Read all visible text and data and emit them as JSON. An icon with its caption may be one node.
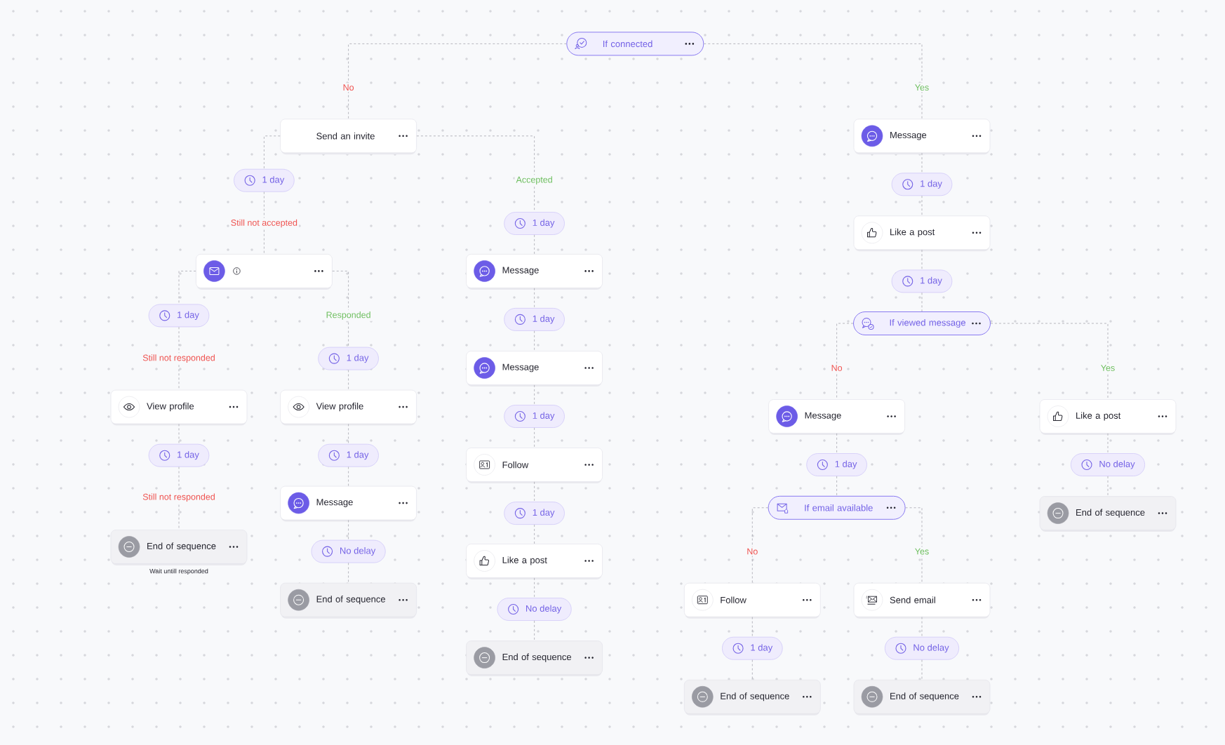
{
  "diagram": {
    "nodes": [
      {
        "text": [
          "If connected"
        ]
      },
      {
        "text": [
          "Send an invite"
        ]
      },
      {
        "text": [
          "Message"
        ]
      },
      {
        "text": [
          "1 day"
        ]
      },
      {
        "text": [
          "1 day"
        ]
      },
      {
        "text": [
          "1 day"
        ]
      },
      {
        "text": [
          "Like a post"
        ]
      },
      {
        "text": [],
        "shape": "box"
      },
      {
        "text": [
          "Message"
        ]
      },
      {
        "text": [
          "1 day"
        ]
      },
      {
        "text": [
          "1 day"
        ]
      },
      {
        "text": [
          "1 day"
        ]
      },
      {
        "text": [
          "If viewed message"
        ]
      },
      {
        "text": [
          "1 day"
        ]
      },
      {
        "text": [
          "Message"
        ]
      },
      {
        "text": [
          "View profile"
        ]
      },
      {
        "text": [
          "View profile"
        ]
      },
      {
        "text": [
          "1 day"
        ]
      },
      {
        "text": [
          "Message"
        ]
      },
      {
        "text": [
          "Like a post"
        ]
      },
      {
        "text": [
          "1 day"
        ]
      },
      {
        "text": [
          "1 day"
        ]
      },
      {
        "text": [
          "Follow"
        ]
      },
      {
        "text": [
          "1 day"
        ]
      },
      {
        "text": [
          "No delay"
        ]
      },
      {
        "text": [
          "Message"
        ]
      },
      {
        "text": [
          "If email available"
        ]
      },
      {
        "text": [
          "1 day"
        ]
      },
      {
        "text": [
          "End of sequence"
        ]
      },
      {
        "text": [
          "End of sequence"
        ],
        "beside": [
          "Wait untill responded"
        ]
      },
      {
        "text": [
          "No delay"
        ]
      },
      {
        "text": [
          "Like a post"
        ]
      },
      {
        "text": [
          "End of sequence"
        ]
      },
      {
        "text": [
          "Follow"
        ]
      },
      {
        "text": [
          "Send email"
        ]
      },
      {
        "text": [
          "No delay"
        ]
      },
      {
        "text": [
          "1 day"
        ]
      },
      {
        "text": [
          "No delay"
        ]
      },
      {
        "text": [
          "End of sequence"
        ]
      },
      {
        "text": [
          "End of sequence"
        ]
      },
      {
        "text": [
          "End of sequence"
        ]
      }
    ],
    "edges": [
      {
        "from": 0,
        "to": 1,
        "arrow": "none",
        "label": "No"
      },
      {
        "from": 0,
        "to": 2,
        "arrow": "none",
        "label": "Yes"
      },
      {
        "from": 1,
        "to": 3,
        "arrow": "none"
      },
      {
        "from": 3,
        "to": 7,
        "arrow": "none",
        "label": "Still not accepted"
      },
      {
        "from": 1,
        "to": 5,
        "arrow": "none",
        "label": "Accepted"
      },
      {
        "from": 5,
        "to": 8,
        "arrow": "none"
      },
      {
        "from": 2,
        "to": 4,
        "arrow": "none"
      },
      {
        "from": 4,
        "to": 6,
        "arrow": "none"
      },
      {
        "from": 6,
        "to": 9,
        "arrow": "none"
      },
      {
        "from": 9,
        "to": 12,
        "arrow": "none"
      },
      {
        "from": 7,
        "to": 10,
        "arrow": "none"
      },
      {
        "from": 10,
        "to": 15,
        "arrow": "none",
        "label": "Still not responded"
      },
      {
        "from": 7,
        "to": 13,
        "arrow": "none",
        "label": "Responded"
      },
      {
        "from": 13,
        "to": 16,
        "arrow": "none"
      },
      {
        "from": 8,
        "to": 11,
        "arrow": "none"
      },
      {
        "from": 11,
        "to": 14,
        "arrow": "none"
      },
      {
        "from": 12,
        "to": 18,
        "arrow": "none",
        "label": "No"
      },
      {
        "from": 12,
        "to": 19,
        "arrow": "none",
        "label": "Yes"
      },
      {
        "from": 14,
        "to": 17,
        "arrow": "none"
      },
      {
        "from": 17,
        "to": 22,
        "arrow": "none"
      },
      {
        "from": 15,
        "to": 20,
        "arrow": "none"
      },
      {
        "from": 20,
        "to": 29,
        "arrow": "none",
        "label": "Still not responded"
      },
      {
        "from": 16,
        "to": 21,
        "arrow": "none"
      },
      {
        "from": 21,
        "to": 25,
        "arrow": "none"
      },
      {
        "from": 18,
        "to": 23,
        "arrow": "none"
      },
      {
        "from": 23,
        "to": 26,
        "arrow": "none"
      },
      {
        "from": 19,
        "to": 24,
        "arrow": "none"
      },
      {
        "from": 24,
        "to": 28,
        "arrow": "none"
      },
      {
        "from": 22,
        "to": 27,
        "arrow": "none"
      },
      {
        "from": 27,
        "to": 31,
        "arrow": "none"
      },
      {
        "from": 25,
        "to": 30,
        "arrow": "none"
      },
      {
        "from": 30,
        "to": 32,
        "arrow": "none"
      },
      {
        "from": 26,
        "to": 33,
        "arrow": "none",
        "label": "No"
      },
      {
        "from": 26,
        "to": 34,
        "arrow": "none",
        "label": "Yes"
      },
      {
        "from": 31,
        "to": 35,
        "arrow": "none"
      },
      {
        "from": 35,
        "to": 38,
        "arrow": "none"
      },
      {
        "from": 33,
        "to": 36,
        "arrow": "none"
      },
      {
        "from": 36,
        "to": 39,
        "arrow": "none"
      },
      {
        "from": 34,
        "to": 37,
        "arrow": "none"
      },
      {
        "from": 37,
        "to": 40,
        "arrow": "none"
      }
    ]
  }
}
